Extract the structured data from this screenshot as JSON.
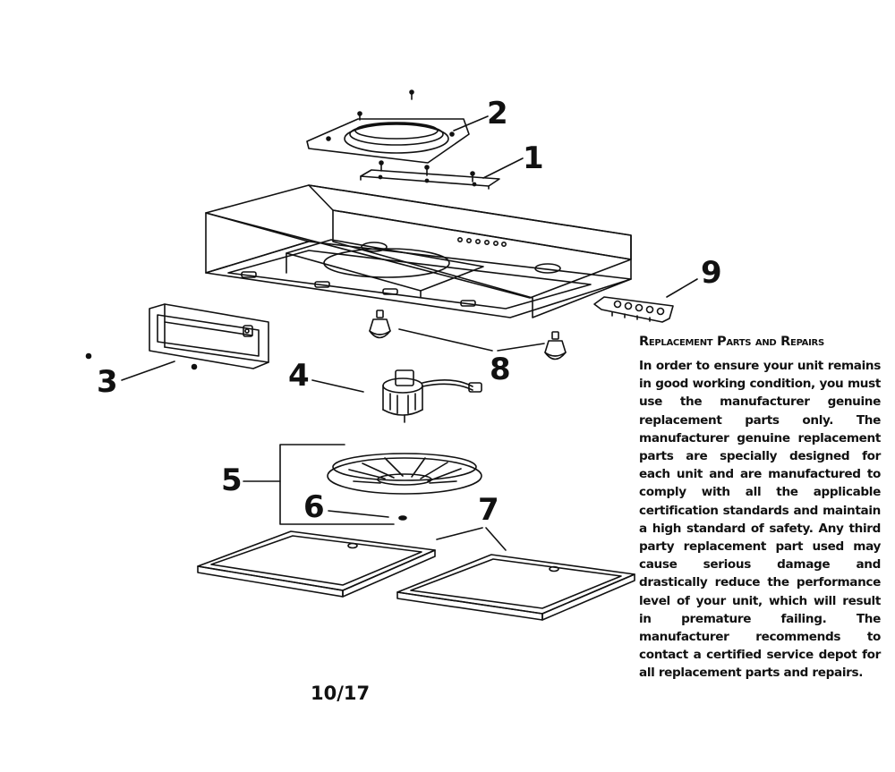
{
  "callouts": {
    "c1": "1",
    "c2": "2",
    "c3": "3",
    "c4": "4",
    "c5": "5",
    "c6": "6",
    "c7": "7",
    "c8": "8",
    "c9": "9"
  },
  "page_number": "10/17",
  "replacement_section": {
    "title": "Replacement Parts and Repairs",
    "body": "In order to ensure your unit remains in good working condition, you must use the manufacturer genuine replacement parts only. The manufacturer genuine replacement parts are specially designed for each unit and are manufactured to comply with all the applicable certification standards and maintain a high standard of safety. Any third party replacement part used may cause serious damage and drastically reduce the performance level of your unit, which will result in premature failing. The manufacturer recommends to contact a certified service depot for all replacement parts and repairs."
  }
}
